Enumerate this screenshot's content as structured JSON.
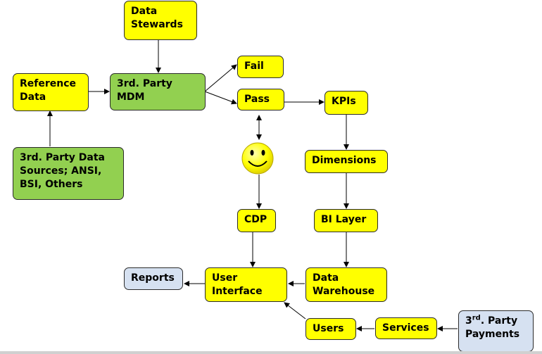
{
  "diagram": {
    "nodes": {
      "data_stewards": "Data\nStewards",
      "reference_data": "Reference\nData",
      "mdm": "3rd. Party\nMDM",
      "fail": "Fail",
      "pass": "Pass",
      "kpis": "KPIs",
      "sources": "3rd. Party  Data\nSources; ANSI,\nBSI, Others",
      "dimensions": "Dimensions",
      "cdp": "CDP",
      "bi_layer": "BI Layer",
      "reports": "Reports",
      "user_interface": "User\nInterface",
      "data_warehouse": "Data\nWarehouse",
      "users": "Users",
      "services": "Services",
      "payments_prefix": "3",
      "payments_sup": "rd",
      "payments_suffix": ". Party\nPayments"
    },
    "colors": {
      "yellow": "#ffff00",
      "green": "#92d050",
      "blue": "#d6e1f1",
      "stroke": "#000000"
    },
    "smiley": "smiley-face-icon"
  }
}
